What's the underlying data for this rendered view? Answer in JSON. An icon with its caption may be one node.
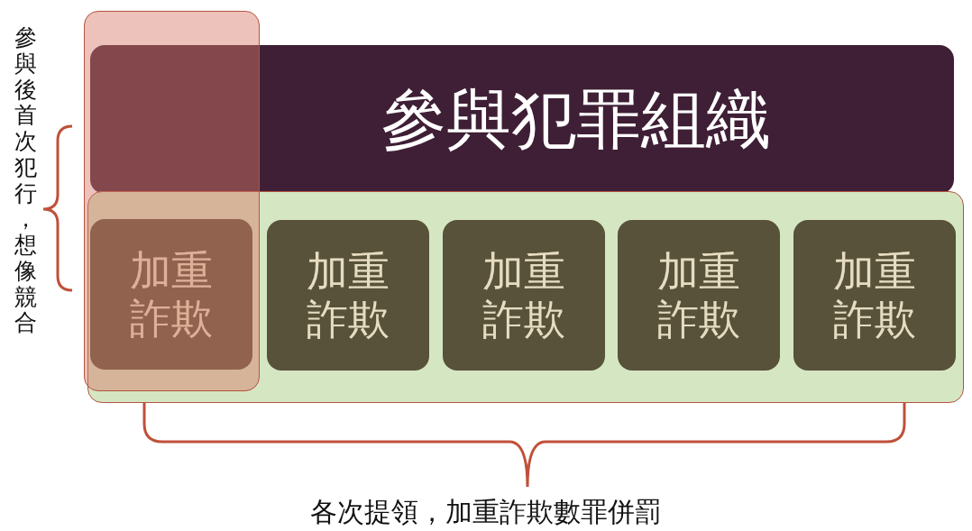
{
  "diagram": {
    "nodes": [
      {
        "text": [],
        "shape": "box"
      },
      {
        "text": [
          "參與犯罪組織"
        ]
      },
      {
        "text": [],
        "shape": "box"
      },
      {
        "text": [
          "加重詐欺"
        ]
      },
      {
        "text": [
          "加重詐欺"
        ],
        "in": 2
      },
      {
        "text": [
          "加重詐欺"
        ],
        "in": 2
      },
      {
        "text": [
          "加重詐欺"
        ],
        "in": 2
      },
      {
        "text": [
          "加重詐欺"
        ],
        "in": 2
      }
    ],
    "labels": [
      "參與後首次犯行，想像競合",
      "各次提領，加重詐欺數罪併罰"
    ]
  }
}
